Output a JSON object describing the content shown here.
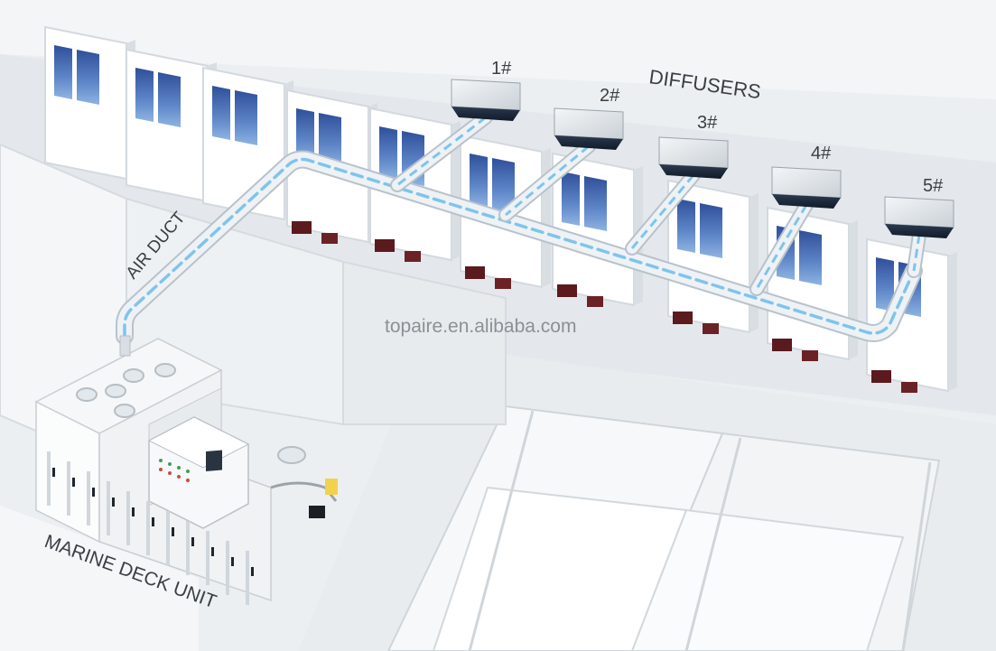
{
  "labels": {
    "diffusers": "DIFFUSERS",
    "air_duct": "AIR DUCT",
    "unit": "MARINE DECK UNIT",
    "watermark": "topaire.en.alibaba.com"
  },
  "diffusers": [
    {
      "label": "1#"
    },
    {
      "label": "2#"
    },
    {
      "label": "3#"
    },
    {
      "label": "4#"
    },
    {
      "label": "5#"
    }
  ],
  "colors": {
    "background": "#eceff1",
    "wall": "#ffffff",
    "wall_shade": "#d9dee3",
    "window": "#3f5fa8",
    "furniture": "#5a1a1e",
    "duct": "#e8edf1",
    "duct_stripe": "#7fc4ec",
    "label_text": "#3a3f44"
  },
  "icons": {
    "diffuser": "diffuser-box-icon",
    "unit": "hvac-unit-icon"
  }
}
